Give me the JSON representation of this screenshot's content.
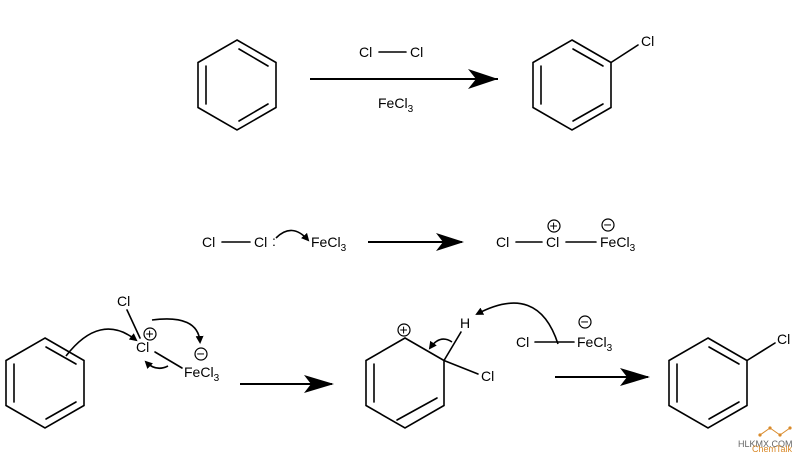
{
  "reaction1": {
    "reagent_atom_left": "Cl",
    "reagent_atom_right": "Cl",
    "catalyst": "FeCl3",
    "product_substituent": "Cl"
  },
  "step1": {
    "reactant_left": "Cl",
    "reactant_right": "Cl",
    "lone_pair_marker": ":",
    "lewis_acid": "FeCl3",
    "complex_left": "Cl",
    "complex_center": "Cl",
    "complex_right": "FeCl3",
    "positive_charge": "+",
    "negative_charge": "−"
  },
  "step2": {
    "electrophile_top": "Cl",
    "electrophile_center": "Cl",
    "lewis_base": "FeCl3",
    "positive_charge": "+",
    "negative_charge": "−",
    "sigma_hydrogen": "H",
    "sigma_chlorine": "Cl",
    "sigma_positive_charge": "+",
    "base_cl": "Cl",
    "base_fecl3": "FeCl3",
    "base_negative_charge": "−",
    "product_substituent": "Cl"
  },
  "watermark": {
    "site": "HLKMX.COM",
    "brand": "ChemTalk"
  }
}
